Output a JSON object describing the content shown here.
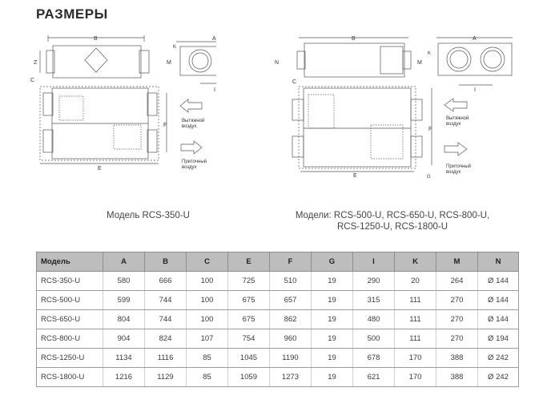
{
  "title": "РАЗМЕРЫ",
  "left_drawing": {
    "labels": {
      "b": "B",
      "a": "A",
      "z": "Z",
      "m": "M",
      "k": "K",
      "i": "I",
      "c": "C",
      "f": "F",
      "e": "E"
    },
    "exhaust_label_1": "Вытяжной",
    "exhaust_label_2": "воздух",
    "supply_label_1": "Приточный",
    "supply_label_2": "воздух"
  },
  "right_drawing": {
    "labels": {
      "b": "B",
      "a": "A",
      "n": "N",
      "m": "M",
      "k": "K",
      "i": "I",
      "c": "C",
      "f": "F",
      "e": "E",
      "g": "G"
    },
    "exhaust_label_1": "Вытяжной",
    "exhaust_label_2": "воздух",
    "supply_label_1": "Приточный",
    "supply_label_2": "воздух"
  },
  "captions": {
    "left": "Модель RCS-350-U",
    "right_line1": "Модели: RCS-500-U, RCS-650-U, RCS-800-U,",
    "right_line2": "RCS-1250-U, RCS-1800-U"
  },
  "table": {
    "headers": [
      "Модель",
      "A",
      "B",
      "C",
      "E",
      "F",
      "G",
      "I",
      "K",
      "M",
      "N"
    ],
    "rows": [
      [
        "RCS-350-U",
        "580",
        "666",
        "100",
        "725",
        "510",
        "19",
        "290",
        "20",
        "264",
        "Ø 144"
      ],
      [
        "RCS-500-U",
        "599",
        "744",
        "100",
        "675",
        "657",
        "19",
        "315",
        "111",
        "270",
        "Ø 144"
      ],
      [
        "RCS-650-U",
        "804",
        "744",
        "100",
        "675",
        "862",
        "19",
        "480",
        "111",
        "270",
        "Ø 144"
      ],
      [
        "RCS-800-U",
        "904",
        "824",
        "107",
        "754",
        "960",
        "19",
        "500",
        "111",
        "270",
        "Ø 194"
      ],
      [
        "RCS-1250-U",
        "1134",
        "1116",
        "85",
        "1045",
        "1190",
        "19",
        "678",
        "170",
        "388",
        "Ø 242"
      ],
      [
        "RCS-1800-U",
        "1216",
        "1129",
        "85",
        "1059",
        "1273",
        "19",
        "621",
        "170",
        "388",
        "Ø 242"
      ]
    ]
  }
}
